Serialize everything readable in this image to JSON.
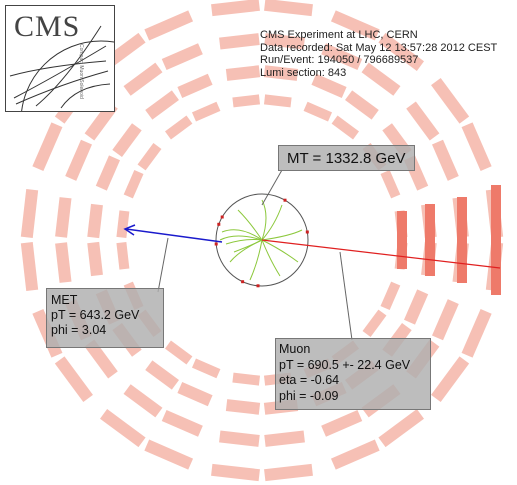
{
  "logo": {
    "text": "CMS",
    "subtext": "Compact Muon Solenoid"
  },
  "event_info": {
    "experiment": "CMS Experiment at LHC, CERN",
    "recorded": "Data recorded: Sat May 12 13:57:28 2012 CEST",
    "run_event": "Run/Event: 194050 / 796689537",
    "lumi": "Lumi section: 843"
  },
  "mt_label": "MT = 1332.8 GeV",
  "met": {
    "title": "MET",
    "pt": "pT = 643.2 GeV",
    "phi": "phi = 3.04"
  },
  "muon": {
    "title": "Muon",
    "pt": "pT = 690.5 +- 22.4 GeV",
    "eta": "eta = -0.64",
    "phi": "phi = -0.09"
  },
  "colors": {
    "muon_chamber": "#f5b5a8",
    "muon_chamber_hit": "#ee7a6a",
    "met_arrow": "#1a1acc",
    "muon_track": "#e02020",
    "tracks": "#8cc83c",
    "tracker_outline": "#555555",
    "label_box": "#b0b0b0"
  }
}
